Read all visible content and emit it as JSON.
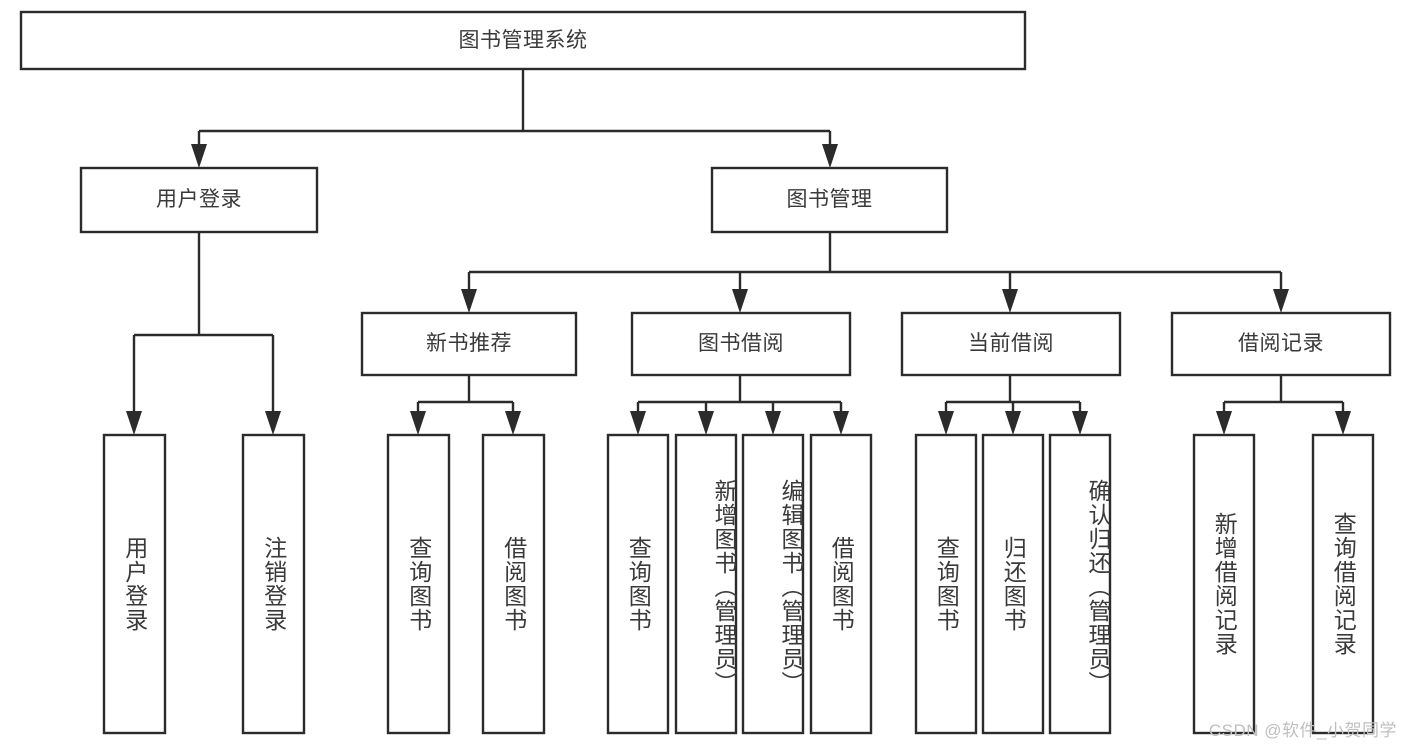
{
  "diagram": {
    "title": "图书管理系统",
    "type": "tree-hierarchy-chart",
    "root": {
      "id": "root",
      "label": "图书管理系统",
      "orientation": "horizontal"
    },
    "level2": [
      {
        "id": "user-login",
        "label": "用户登录",
        "orientation": "horizontal"
      },
      {
        "id": "book-manage",
        "label": "图书管理",
        "orientation": "horizontal"
      }
    ],
    "level3": [
      {
        "id": "new-book-recommend",
        "label": "新书推荐",
        "orientation": "horizontal",
        "parent": "book-manage"
      },
      {
        "id": "book-borrow",
        "label": "图书借阅",
        "orientation": "horizontal",
        "parent": "book-manage"
      },
      {
        "id": "current-borrow",
        "label": "当前借阅",
        "orientation": "horizontal",
        "parent": "book-manage"
      },
      {
        "id": "borrow-record",
        "label": "借阅记录",
        "orientation": "horizontal",
        "parent": "book-manage"
      }
    ],
    "leaves": [
      {
        "id": "leaf-user-login",
        "label": "用户登录",
        "parent": "user-login"
      },
      {
        "id": "leaf-user-logout",
        "label": "注销登录",
        "parent": "user-login"
      },
      {
        "id": "leaf-query-book-1",
        "label": "查询图书",
        "parent": "new-book-recommend"
      },
      {
        "id": "leaf-borrow-book-1",
        "label": "借阅图书",
        "parent": "new-book-recommend"
      },
      {
        "id": "leaf-query-book-2",
        "label": "查询图书",
        "parent": "book-borrow"
      },
      {
        "id": "leaf-add-book",
        "label": "新增图书（管理员）",
        "parent": "book-borrow"
      },
      {
        "id": "leaf-edit-book",
        "label": "编辑图书（管理员）",
        "parent": "book-borrow"
      },
      {
        "id": "leaf-borrow-book-2",
        "label": "借阅图书",
        "parent": "book-borrow"
      },
      {
        "id": "leaf-query-book-3",
        "label": "查询图书",
        "parent": "current-borrow"
      },
      {
        "id": "leaf-return-book",
        "label": "归还图书",
        "parent": "current-borrow"
      },
      {
        "id": "leaf-confirm-return",
        "label": "确认归还（管理员）",
        "parent": "current-borrow"
      },
      {
        "id": "leaf-add-record",
        "label": "新增借阅记录",
        "parent": "borrow-record"
      },
      {
        "id": "leaf-query-record",
        "label": "查询借阅记录",
        "parent": "borrow-record"
      }
    ],
    "colors": {
      "stroke": "#2b2b2b",
      "fill": "#ffffff",
      "text": "#3a3a3a",
      "background": "#ffffff",
      "watermark": "#bfbfbf"
    }
  },
  "watermark": {
    "text": "CSDN @软件_小贺同学"
  }
}
